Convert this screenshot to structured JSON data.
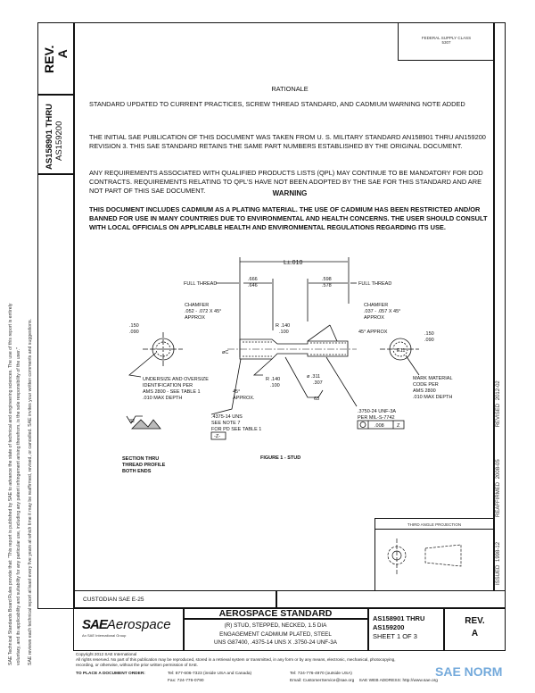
{
  "side_strip": {
    "rev_label": "REV.",
    "rev_value": "A",
    "doc_number_line1": "AS158901 THRU",
    "doc_number_line2": "AS159200"
  },
  "disclaimer": {
    "line1": "SAE Technical Standards Board Rules provide that: \"This report is published by SAE to advance the state of technical and engineering sciences. The use of this report is entirely",
    "line2": "voluntary, and its applicability and suitability for any particular use, including any patent infringement arising therefrom, is the sole responsibility of the user.\"",
    "line3": "SAE reviews each technical report at least every five years at which time it may be reaffirmed, revised, or cancelled. SAE invites your written comments and suggestions."
  },
  "supply_class": {
    "label": "FEDERAL SUPPLY CLASS",
    "value": "5307"
  },
  "dates": {
    "issued": "ISSUED 1998-12",
    "reaffirmed": "REAFFIRMED 2008-05",
    "revised": "REVISED 2012-02"
  },
  "rationale": {
    "heading": "RATIONALE",
    "p1": "STANDARD UPDATED TO CURRENT PRACTICES,  SCREW THREAD STANDARD, AND CADMIUM WARNING NOTE  ADDED",
    "p2": "THE INITIAL SAE PUBLICATION OF THIS DOCUMENT WAS TAKEN FROM U. S. MILITARY STANDARD  AN158901 THRU AN159200 REVISION 3. THIS SAE STANDARD RETAINS THE SAME PART NUMBERS ESTABLISHED BY THE ORIGINAL DOCUMENT.",
    "p3": "ANY REQUIREMENTS ASSOCIATED WITH QUALIFIED PRODUCTS LISTS (QPL) MAY CONTINUE TO BE MANDATORY FOR DOD CONTRACTS. REQUIREMENTS RELATING TO QPL'S HAVE NOT BEEN ADOPTED BY THE SAE FOR THIS STANDARD AND ARE NOT PART OF THIS SAE DOCUMENT."
  },
  "warning": {
    "heading": "WARNING",
    "text": "THIS DOCUMENT INCLUDES CADMIUM AS A PLATING MATERIAL. THE USE OF CADMIUM HAS BEEN RESTRICTED AND/OR BANNED FOR USE IN MANY COUNTRIES DUE TO ENVIRONMENTAL AND HEALTH CONCERNS. THE USER SHOULD CONSULT WITH LOCAL OFFICIALS ON APPLICABLE HEALTH AND ENVIRONMENTAL REGULATIONS REGARDING  ITS USE."
  },
  "figure": {
    "caption": "FIGURE 1 - STUD",
    "length": "L±.010",
    "full_thread": "FULL THREAD",
    "left_thread_max": ".666",
    "left_thread_min": ".646",
    "right_thread_max": ".598",
    "right_thread_min": ".578",
    "chamfer_left": [
      "CHAMFER",
      ".052 - .072 X 45°",
      "APPROX"
    ],
    "chamfer_right": [
      "CHAMFER",
      ".037 - .057 X 45°",
      "APPROX"
    ],
    "radius_top": [
      "R .140",
      ".100"
    ],
    "radius_bottom": [
      "R .140",
      ".100"
    ],
    "angle_right": "45° APPROX",
    "angle_left": [
      "45°",
      "APPROX."
    ],
    "dia_c": "øC",
    "neck_dia": [
      "ø .311",
      ".307"
    ],
    "end_left_dims": [
      ".150",
      ".090"
    ],
    "end_right_dims": [
      ".150",
      ".090"
    ],
    "end_mark": "E11",
    "undersize_note": [
      "UNDERSIZE AND OVERSIZE",
      "IDENTIFICATION PER",
      "AMS 2800 - SEE TABLE 1",
      ".010 MAX DEPTH"
    ],
    "mark_note": [
      "MARK MATERIAL",
      "CODE PER",
      "AMS 2800",
      ".010 MAX DEPTH"
    ],
    "thread_left": [
      ".4375-14 UNS",
      "SEE NOTE 7",
      "FOR PD SEE TABLE 1"
    ],
    "datum": "-Z-",
    "thread_right": [
      ".3750-24 UNF-3A",
      "PER MIL-S-7742"
    ],
    "tolerance": ".008",
    "tolerance_datum": "Z",
    "finish_63": "63",
    "finish_32": "32",
    "section_note": [
      "SECTION THRU",
      "THREAD PROFILE",
      "BOTH ENDS"
    ]
  },
  "projection": {
    "label": "THIRD ANGLE PROJECTION"
  },
  "custodian": "CUSTODIAN  SAE E-25",
  "title_block": {
    "logo_bold": "SAE",
    "logo_italic": "Aerospace",
    "logo_sub": "An SAE International Group",
    "heading": "AEROSPACE STANDARD",
    "desc1": "(R) STUD, STEPPED, NECKED, 1.5 DIA",
    "desc2": "ENGAGEMENT  CADMIUM PLATED, STEEL",
    "desc3": "UNS G87400, .4375-14 UNS X .3750-24 UNF-3A",
    "doc1": "AS158901 THRU",
    "doc2": "AS159200",
    "sheet": "SHEET 1 OF 3",
    "rev_label": "REV.",
    "rev_value": "A"
  },
  "footer": {
    "copyright": "Copyright 2012 SAE International",
    "rights1": "All rights reserved. No part of this publication may be reproduced, stored in a retrieval system or transmitted, in any form or by any means, electronic, mechanical, photocopying,",
    "rights2": "recording, or otherwise, without the prior written permission of SAE.",
    "order_label": "TO PLACE A DOCUMENT ORDER:",
    "tel_us": "Tel: 877-606-7323 (inside USA and Canada)",
    "fax": "Fax: 724-776-0790",
    "tel_out": "Tel: 724-776-4970 (outside USA)",
    "email": "Email: CustomerService@sae.org",
    "web": "SAE WEB ADDRESS: http://www.sae.org"
  },
  "watermark": "SAE NORM",
  "colors": {
    "ink": "#111111",
    "watermark": "#5b9bd5"
  }
}
